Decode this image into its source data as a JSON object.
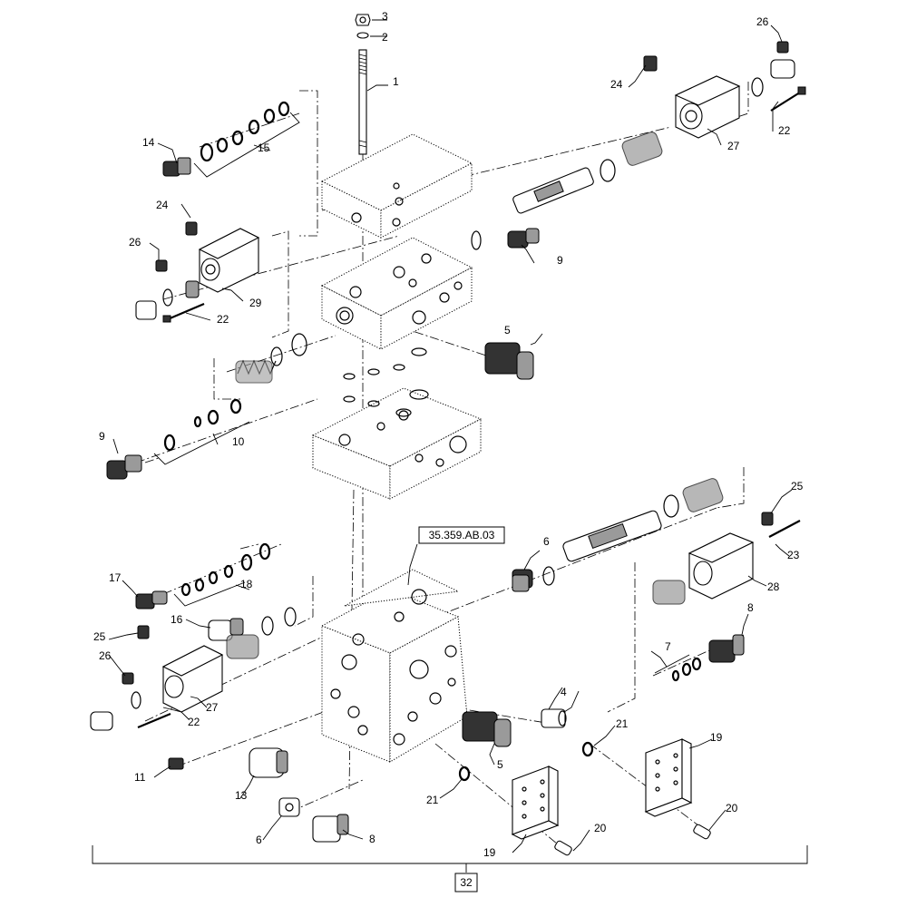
{
  "diagram": {
    "reference_box": "35.359.AB.03",
    "assembly_box": "32",
    "callouts": [
      "1",
      "2",
      "3",
      "4",
      "5",
      "5",
      "6",
      "6",
      "7",
      "8",
      "8",
      "9",
      "9",
      "10",
      "11",
      "13",
      "14",
      "15",
      "16",
      "17",
      "18",
      "19",
      "19",
      "20",
      "20",
      "21",
      "21",
      "22",
      "22",
      "22",
      "23",
      "24",
      "24",
      "25",
      "25",
      "26",
      "26",
      "26",
      "27",
      "27",
      "28",
      "29"
    ]
  }
}
